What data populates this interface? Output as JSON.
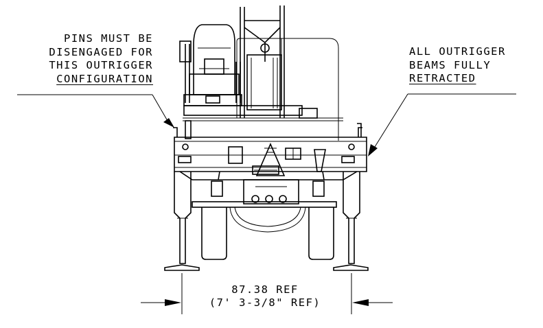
{
  "callouts": {
    "left": {
      "lines": [
        "PINS MUST BE",
        "DISENGAGED FOR",
        "THIS OUTRIGGER",
        "CONFIGURATION"
      ]
    },
    "right": {
      "lines": [
        "ALL OUTRIGGER",
        "BEAMS FULLY",
        "RETRACTED"
      ]
    }
  },
  "dimension": {
    "value": "87.38 REF",
    "imperial": "(7' 3-3/8\" REF)"
  }
}
